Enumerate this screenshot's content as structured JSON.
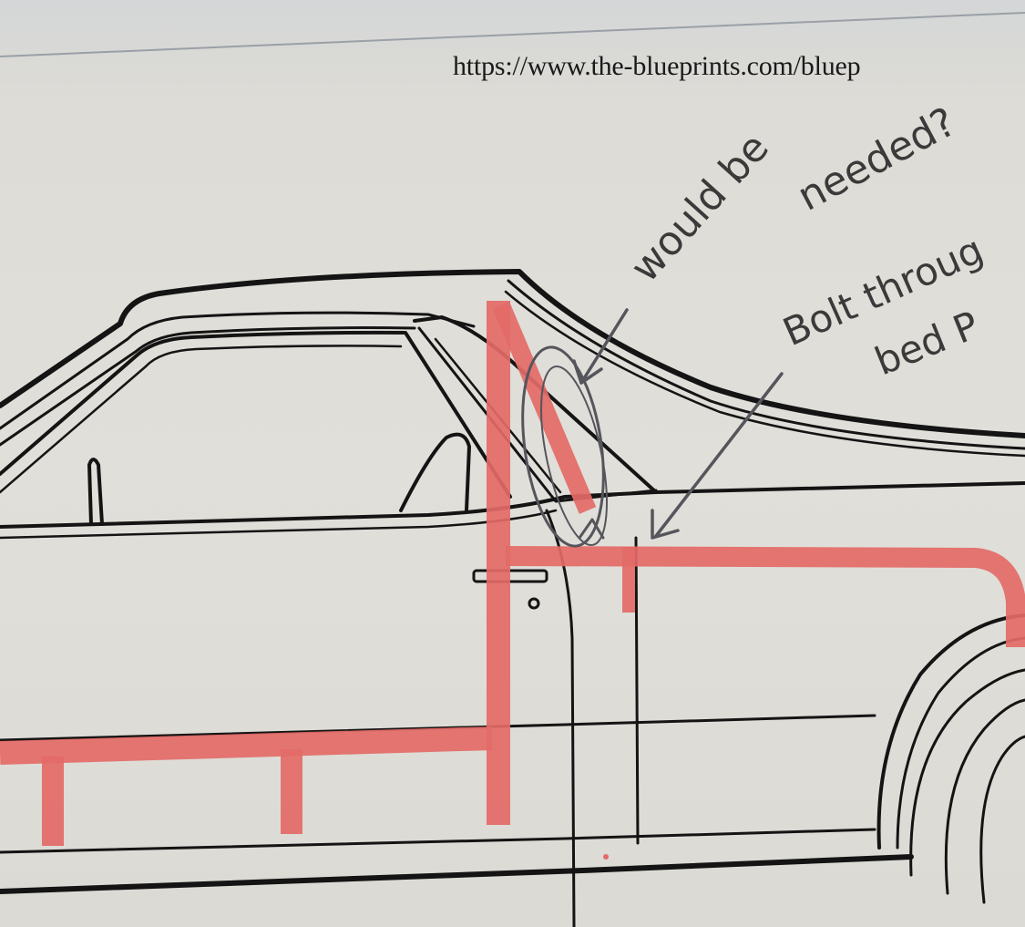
{
  "url_text": "https://www.the-blueprints.com/bluep",
  "annotations": {
    "note_1_line_1": "would be",
    "note_1_line_2": "needed?",
    "note_2_line_1": "Bolt throug",
    "note_2_line_2": "bed P"
  },
  "colors": {
    "paper": "#e1dfd9",
    "ink": "#141414",
    "red_pencil": "#e36a67",
    "graphite": "#55555c"
  }
}
